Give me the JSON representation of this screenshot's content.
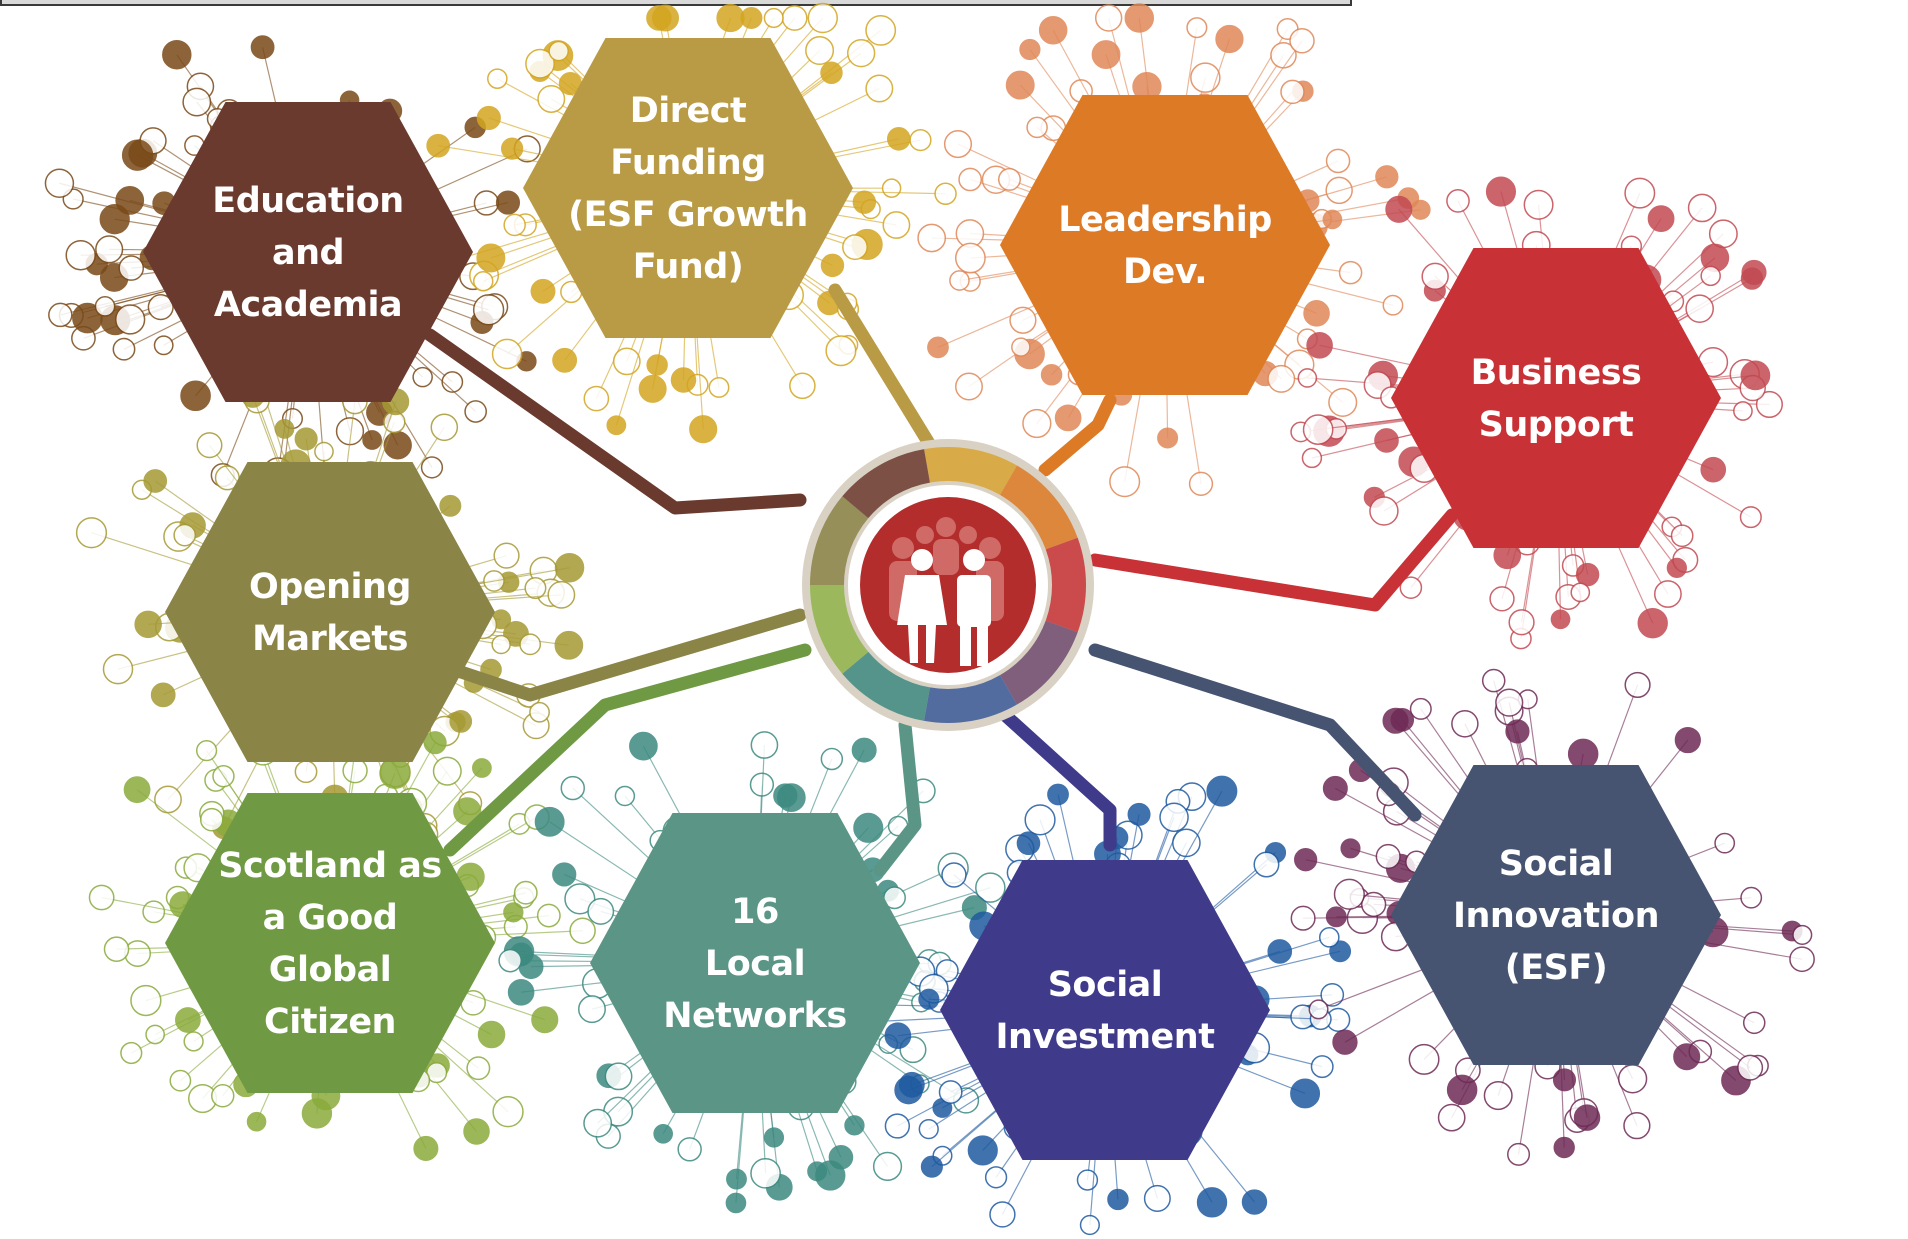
{
  "hub": {
    "icon": "people-group-icon"
  },
  "categories": [
    {
      "key": "education",
      "lines": [
        "Education",
        "and",
        "Academia"
      ],
      "color": "#6b3a2f",
      "cluster": "#7a4a18"
    },
    {
      "key": "direct-funding",
      "lines": [
        "Direct",
        "Funding",
        "(ESF Growth",
        "Fund)"
      ],
      "color": "#b99a45",
      "cluster": "#d3a520"
    },
    {
      "key": "leadership",
      "lines": [
        "Leadership",
        "Dev."
      ],
      "color": "#dd7a26",
      "cluster": "#e08858"
    },
    {
      "key": "business-support",
      "lines": [
        "Business",
        "Support"
      ],
      "color": "#c83236",
      "cluster": "#c24a52"
    },
    {
      "key": "opening-markets",
      "lines": [
        "Opening",
        "Markets"
      ],
      "color": "#8a8447",
      "cluster": "#a69a34"
    },
    {
      "key": "good-global-citizen",
      "lines": [
        "Scotland as",
        "a Good",
        "Global",
        "Citizen"
      ],
      "color": "#6f9a43",
      "cluster": "#8aab3c"
    },
    {
      "key": "local-networks",
      "lines": [
        "16",
        "Local",
        "Networks"
      ],
      "color": "#5a9585",
      "cluster": "#3d8a80"
    },
    {
      "key": "social-investment",
      "lines": [
        "Social",
        "Investment"
      ],
      "color": "#3f3a8a",
      "cluster": "#1f5aa0"
    },
    {
      "key": "social-innovation",
      "lines": [
        "Social",
        "Innovation",
        "(ESF)"
      ],
      "color": "#465471",
      "cluster": "#6e2a55"
    }
  ]
}
